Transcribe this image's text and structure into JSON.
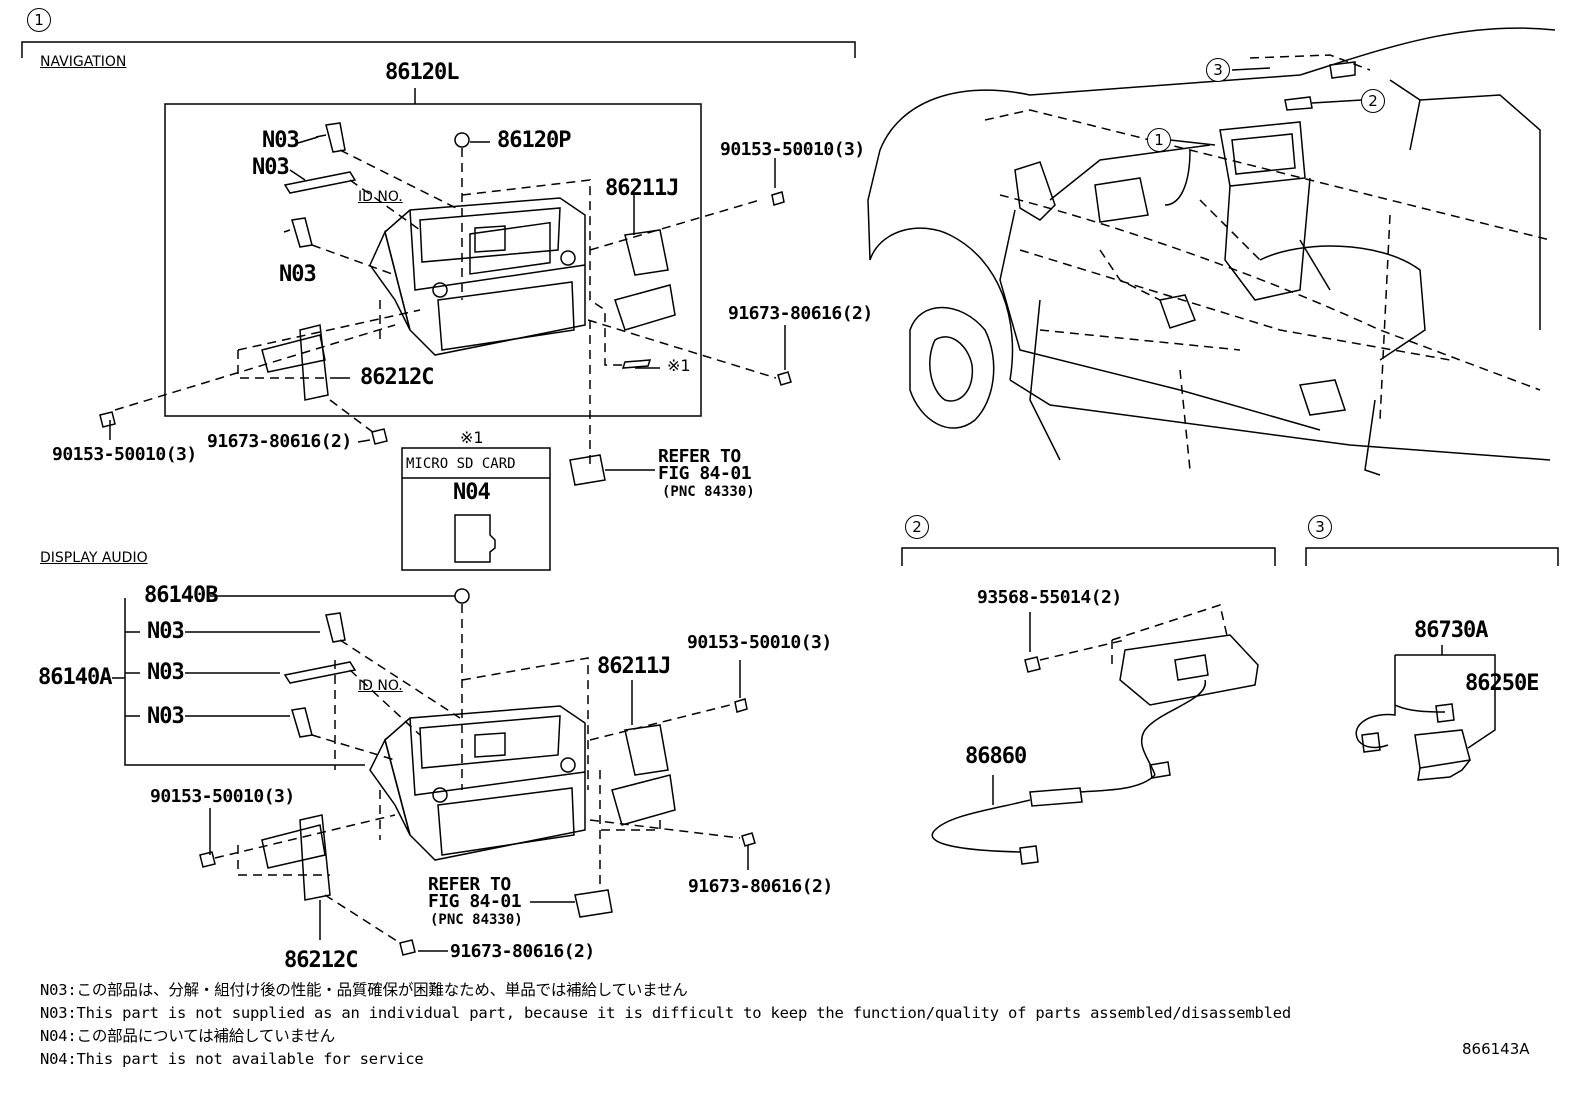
{
  "figure_code": "866143A",
  "callouts": {
    "c1": "1",
    "c2": "2",
    "c3": "3"
  },
  "navigation": {
    "section_label": "NAVIGATION",
    "main_part": "86120L",
    "knob": "86120P",
    "bracket_right": "86211J",
    "bracket_left": "86212C",
    "screw_top_right": "90153-50010(3)",
    "screw_right": "91673-80616(2)",
    "screw_left": "90153-50010(3)",
    "screw_bottom": "91673-80616(2)",
    "id_no": "ID NO.",
    "n03_a": "N03",
    "n03_b": "N03",
    "n03_c": "N03",
    "asterisk_ref": "※1",
    "refer_line1": "REFER TO",
    "refer_line2": "FIG 84-01",
    "refer_line3": "(PNC 84330)"
  },
  "micro_sd": {
    "asterisk": "※1",
    "title": "MICRO SD CARD",
    "code": "N04"
  },
  "display_audio": {
    "section_label": "DISPLAY AUDIO",
    "main_part": "86140A",
    "knob": "86140B",
    "n03_a": "N03",
    "n03_b": "N03",
    "n03_c": "N03",
    "bracket_right": "86211J",
    "bracket_left": "86212C",
    "screw_top_right": "90153-50010(3)",
    "screw_left": "90153-50010(3)",
    "screw_right": "91673-80616(2)",
    "screw_bottom": "91673-80616(2)",
    "id_no": "ID NO.",
    "refer_line1": "REFER TO",
    "refer_line2": "FIG 84-01",
    "refer_line3": "(PNC 84330)"
  },
  "section2": {
    "screw": "93568-55014(2)",
    "part": "86860"
  },
  "section3": {
    "part_a": "86730A",
    "part_b": "86250E"
  },
  "notes": [
    "N03:この部品は、分解・組付け後の性能・品質確保が困難なため、単品では補給していません",
    "N03:This part is not supplied as an individual part, because it is difficult to keep the function/quality of parts assembled/disassembled",
    "N04:この部品については補給していません",
    "N04:This part is not available for service"
  ]
}
